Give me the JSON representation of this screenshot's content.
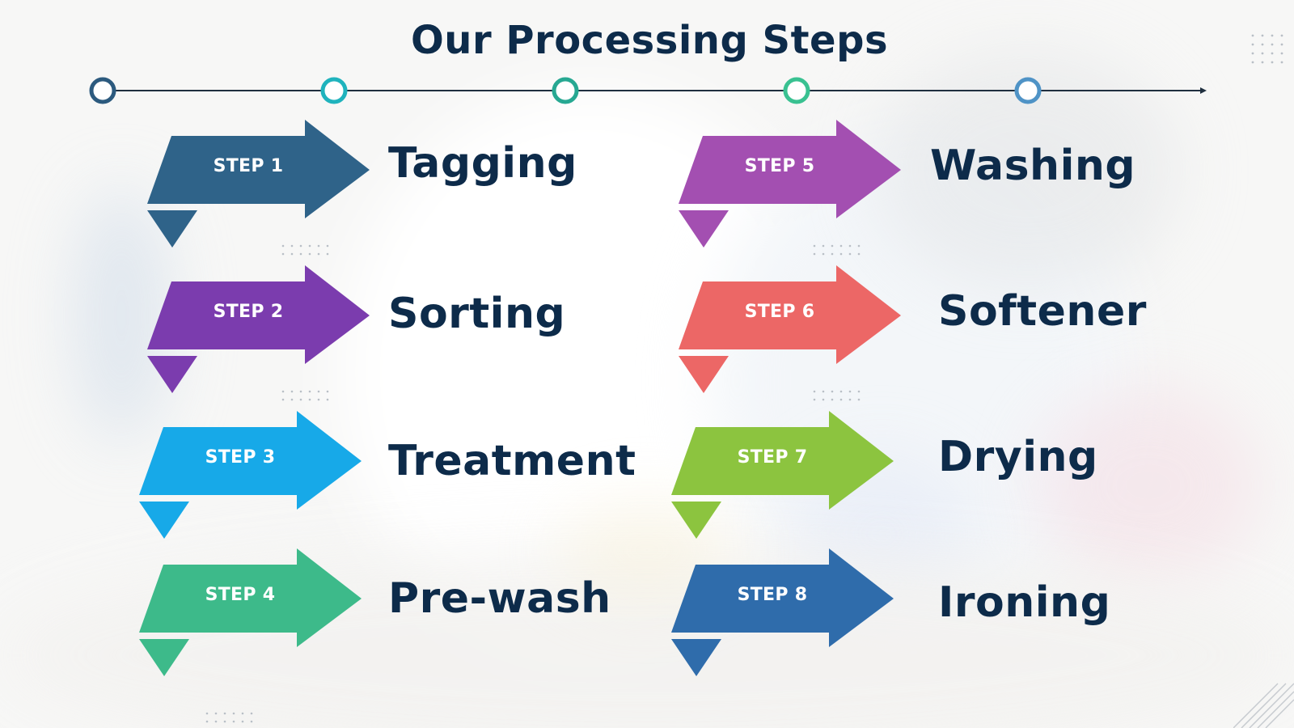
{
  "title": "Our Processing Steps",
  "colors": {
    "title": "#0d2b4a",
    "timeline_line": "#1f2f3f",
    "node_colors": [
      "#2c5a7e",
      "#1fb3bd",
      "#27a892",
      "#39c191",
      "#4f93c6"
    ]
  },
  "steps": [
    {
      "label": "STEP 1",
      "name": "Tagging",
      "color": "#2f6389"
    },
    {
      "label": "STEP 2",
      "name": "Sorting",
      "color": "#7b3cae"
    },
    {
      "label": "STEP 3",
      "name": "Treatment",
      "color": "#17a9e8"
    },
    {
      "label": "STEP 4",
      "name": "Pre-wash",
      "color": "#3dba8a"
    },
    {
      "label": "STEP 5",
      "name": "Washing",
      "color": "#a34fb1"
    },
    {
      "label": "STEP 6",
      "name": "Softener",
      "color": "#ec6766"
    },
    {
      "label": "STEP 7",
      "name": "Drying",
      "color": "#8cc43f"
    },
    {
      "label": "STEP 8",
      "name": "Ironing",
      "color": "#2f6cab"
    }
  ]
}
